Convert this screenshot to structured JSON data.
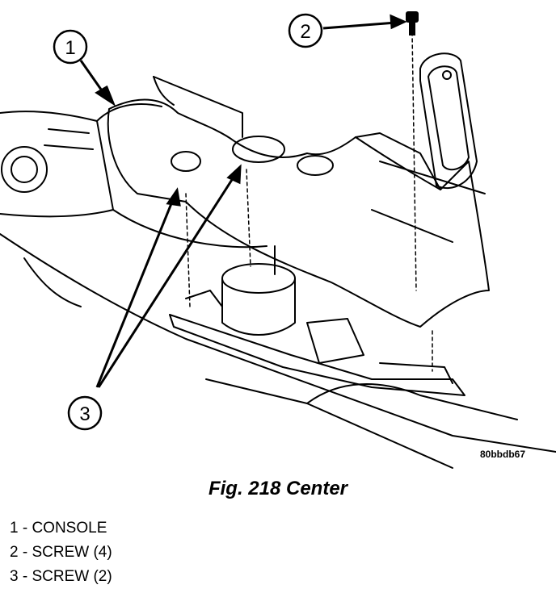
{
  "figure": {
    "image_code": "80bbdb67",
    "caption": "Fig. 218 Center",
    "callouts": [
      "1",
      "2",
      "3"
    ],
    "legend": [
      "1 - CONSOLE",
      "2 - SCREW (4)",
      "3 - SCREW (2)"
    ]
  }
}
